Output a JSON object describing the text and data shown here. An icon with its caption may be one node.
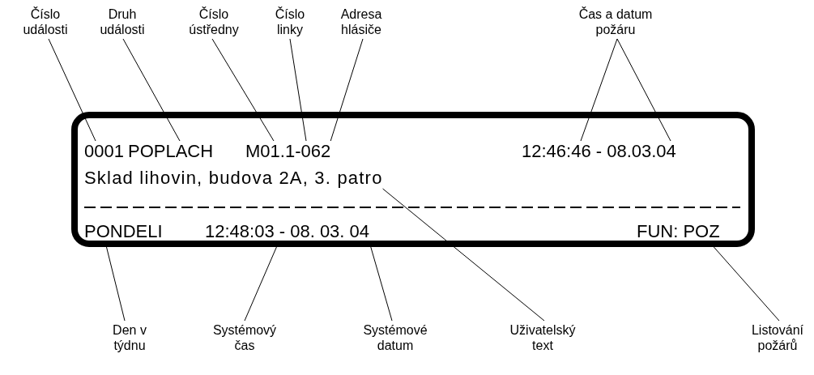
{
  "diagram": {
    "nodes": [
      {
        "text": [],
        "shape": "box"
      },
      {
        "text": [
          "0001"
        ],
        "in": 0
      },
      {
        "text": [
          "POPLACH"
        ],
        "in": 0
      },
      {
        "text": [
          "M01.1-062"
        ],
        "in": 0
      },
      {
        "text": [
          "12:46:46 - 08.03.04"
        ],
        "in": 0
      },
      {
        "text": [
          "Sklad lihovin, budova 2A, 3. patro"
        ],
        "in": 0
      },
      {
        "text": [
          "PONDELI"
        ],
        "in": 0
      },
      {
        "text": [
          "12:48:03 - 08. 03. 04"
        ],
        "in": 0
      },
      {
        "text": [
          "FUN: POZ"
        ],
        "in": 0
      },
      {
        "text": [
          "Číslo události"
        ]
      },
      {
        "text": [
          "Druh události"
        ]
      },
      {
        "text": [
          "Číslo ústředny"
        ]
      },
      {
        "text": [
          "Číslo linky"
        ]
      },
      {
        "text": [
          "Adresa hlásiče"
        ]
      },
      {
        "text": [
          "Čas a datum požáru"
        ]
      },
      {
        "text": [
          "Den v týdnu"
        ]
      },
      {
        "text": [
          "Systémový čas"
        ]
      },
      {
        "text": [
          "Systémové datum"
        ]
      },
      {
        "text": [
          "Uživatelský text"
        ]
      },
      {
        "text": [
          "Listování požárů"
        ]
      }
    ],
    "edges": [
      {
        "from": 9,
        "to": 1,
        "arrow": "none"
      },
      {
        "from": 10,
        "to": 2,
        "arrow": "none"
      },
      {
        "from": 11,
        "to": 3,
        "arrow": "none"
      },
      {
        "from": 12,
        "to": 3,
        "arrow": "none"
      },
      {
        "from": 13,
        "to": 3,
        "arrow": "none"
      },
      {
        "from": 14,
        "to": 4,
        "arrow": "none"
      },
      {
        "from": 14,
        "to": 4,
        "arrow": "none"
      },
      {
        "from": 15,
        "to": 6,
        "arrow": "none"
      },
      {
        "from": 16,
        "to": 7,
        "arrow": "none"
      },
      {
        "from": 17,
        "to": 7,
        "arrow": "none"
      },
      {
        "from": 18,
        "to": 5,
        "arrow": "none"
      },
      {
        "from": 19,
        "to": 8,
        "arrow": "none"
      }
    ]
  }
}
